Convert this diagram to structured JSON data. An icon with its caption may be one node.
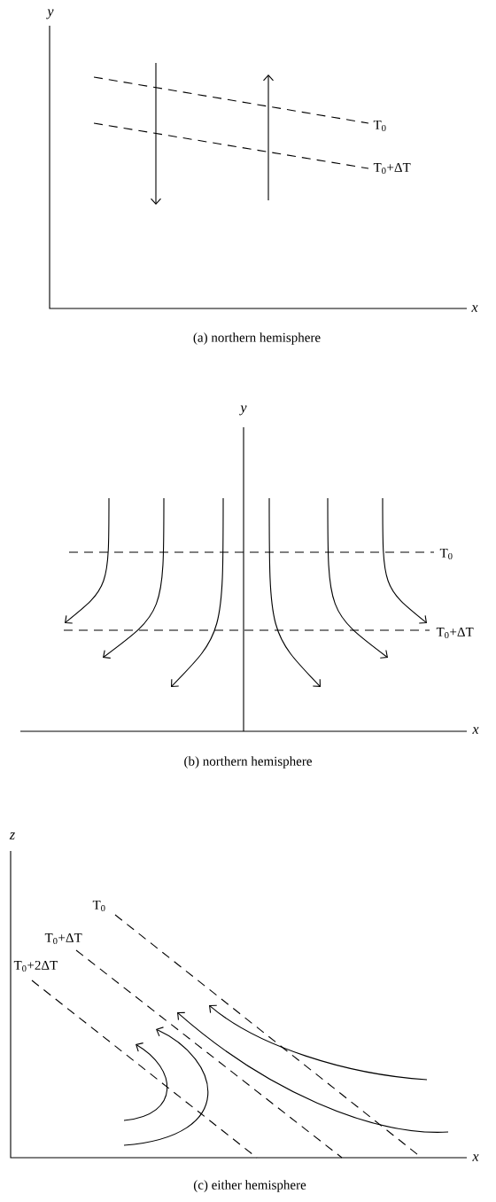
{
  "diagram": {
    "labels": [
      "y",
      "T$_{0}$",
      "T$_{0}$+ΔT",
      "x",
      "(a) northern hemisphere",
      "y",
      "T$_{0}$",
      "T$_{0}$+ΔT",
      "x",
      "(b) northern hemisphere",
      "z",
      "T$_{0}$",
      "T$_{0}$+ΔT",
      "T$_{0}$+2ΔT",
      "x",
      "(c) either hemisphere"
    ]
  }
}
